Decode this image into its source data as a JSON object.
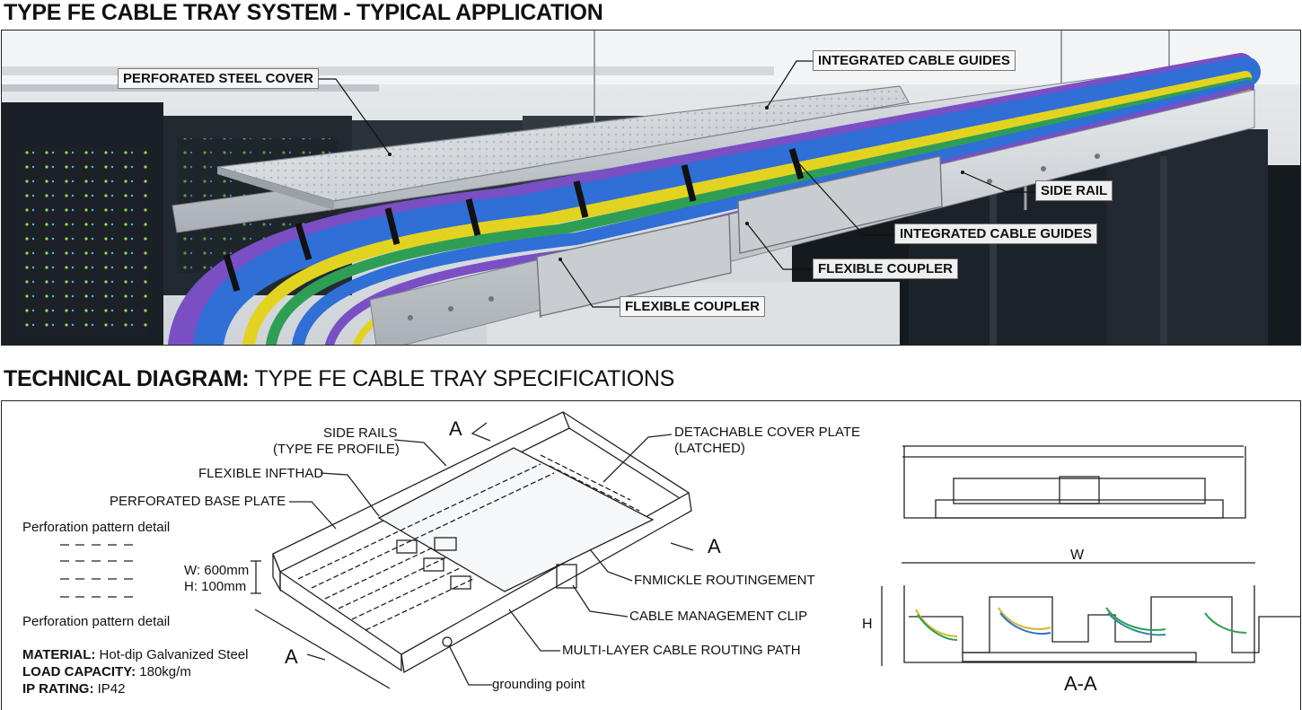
{
  "photo": {
    "title": "TYPE FE CABLE TRAY SYSTEM - TYPICAL APPLICATION",
    "callouts": {
      "cover": "PERFORATED STEEL COVER",
      "guides_top": "INTEGRATED CABLE GUIDES",
      "side_rail": "SIDE RAIL",
      "guides_mid": "INTEGRATED CABLE GUIDES",
      "coupler_right": "FLEXIBLE COUPLER",
      "coupler_bottom": "FLEXIBLE COUPLER"
    }
  },
  "diagram": {
    "title_bold": "TECHNICAL DIAGRAM:",
    "title_rest": " TYPE FE CABLE TRAY SPECIFICATIONS",
    "labels": {
      "side_rails_1": "SIDE RAILS",
      "side_rails_2": "(TYPE FE PROFILE)",
      "flexible_infthad": "FLEXIBLE INFTHAD",
      "perforated_base": "PERFORATED BASE PLATE",
      "perf_detail_top": "Perforation pattern detail",
      "perf_detail_bottom": "Perforation pattern detail",
      "width": "W: 600mm",
      "height": "H: 100mm",
      "cover_plate_1": "DETACHABLE COVER PLATE",
      "cover_plate_2": "(LATCHED)",
      "fnmickle": "FNMICKLE ROUTINGEMENT",
      "clip": "CABLE MANAGEMENT CLIP",
      "multilayer": "MULTI-LAYER CABLE ROUTING PATH",
      "grounding": "grounding point",
      "section_a_top": "A",
      "section_a_right": "A",
      "section_a_left": "A",
      "w": "W",
      "h": "H",
      "aa": "A-A"
    },
    "specs": {
      "material_label": "MATERIAL:",
      "material_value": " Hot-dip Galvanized Steel",
      "load_label": "LOAD CAPACITY:",
      "load_value": " 180kg/m",
      "ip_label": "IP RATING:",
      "ip_value": " IP42"
    }
  },
  "colors": {
    "cable_blue": "#2f6fd6",
    "cable_yellow": "#e3d321",
    "cable_green": "#2f9e55",
    "cable_purple": "#7a4fc4",
    "steel": "#c9cdd1",
    "rack": "#1c2229"
  }
}
